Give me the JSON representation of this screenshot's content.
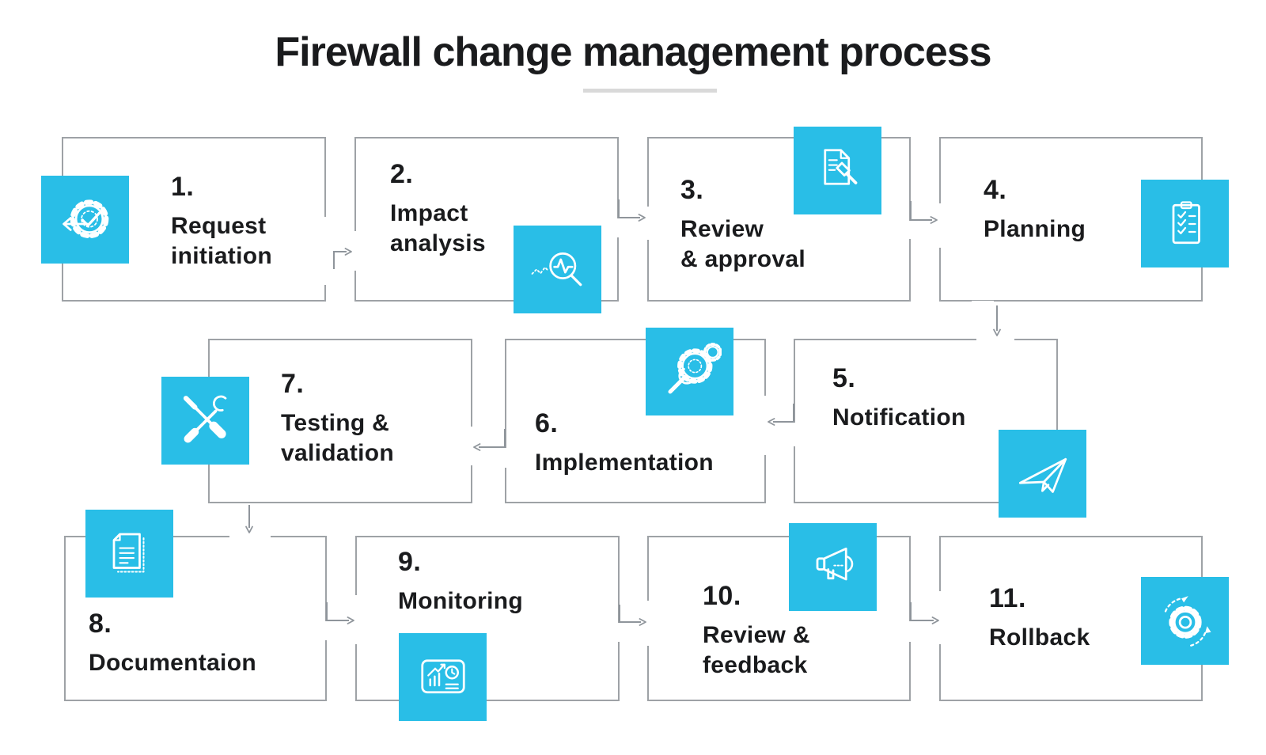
{
  "title": "Firewall change management process",
  "colors": {
    "accent": "#29BEE7",
    "box_border": "#9EA2A6",
    "connector": "#8F959B",
    "text": "#1A1B1D",
    "underline": "#D9D9D9",
    "background": "#FFFFFF",
    "icon_stroke": "#FFFFFF"
  },
  "steps": [
    {
      "number": "1.",
      "label": "Request\ninitiation",
      "icon": "gear-check-arrow-icon"
    },
    {
      "number": "2.",
      "label": "Impact\nanalysis",
      "icon": "pulse-magnifier-icon"
    },
    {
      "number": "3.",
      "label": "Review\n& approval",
      "icon": "document-gavel-icon"
    },
    {
      "number": "4.",
      "label": "Planning",
      "icon": "clipboard-checklist-icon"
    },
    {
      "number": "5.",
      "label": "Notification",
      "icon": "paper-plane-icon"
    },
    {
      "number": "6.",
      "label": "Implementation",
      "icon": "wrench-gears-icon"
    },
    {
      "number": "7.",
      "label": "Testing &\nvalidation",
      "icon": "crossed-tools-icon"
    },
    {
      "number": "8.",
      "label": "Documentaion",
      "icon": "documents-icon"
    },
    {
      "number": "9.",
      "label": "Monitoring",
      "icon": "dashboard-clock-icon"
    },
    {
      "number": "10.",
      "label": "Review &\nfeedback",
      "icon": "megaphone-icon"
    },
    {
      "number": "11.",
      "label": "Rollback",
      "icon": "gear-rotation-icon"
    }
  ]
}
